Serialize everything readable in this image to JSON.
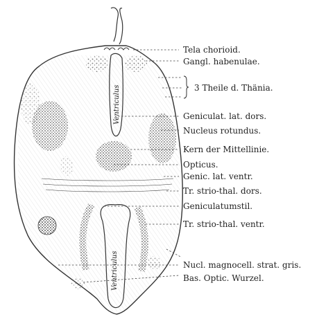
{
  "figure": {
    "labels": [
      "Tela chorioid.",
      "Gangl. habenulae.",
      "3 Theile d. Thänia.",
      "Geniculat. lat. dors.",
      "Nucleus rotundus.",
      "Kern der Mittellinie.",
      "Opticus.",
      "Genic. lat. ventr.",
      "Tr. strio-thal. dors.",
      "Geniculatumstil.",
      "Tr. strio-thal. ventr.",
      "Nucl. magnocell. strat. gris.",
      "Bas. Optic. Wurzel."
    ],
    "ventricle_upper": "Ventriculus",
    "ventricle_lower": "Ventriculus"
  }
}
